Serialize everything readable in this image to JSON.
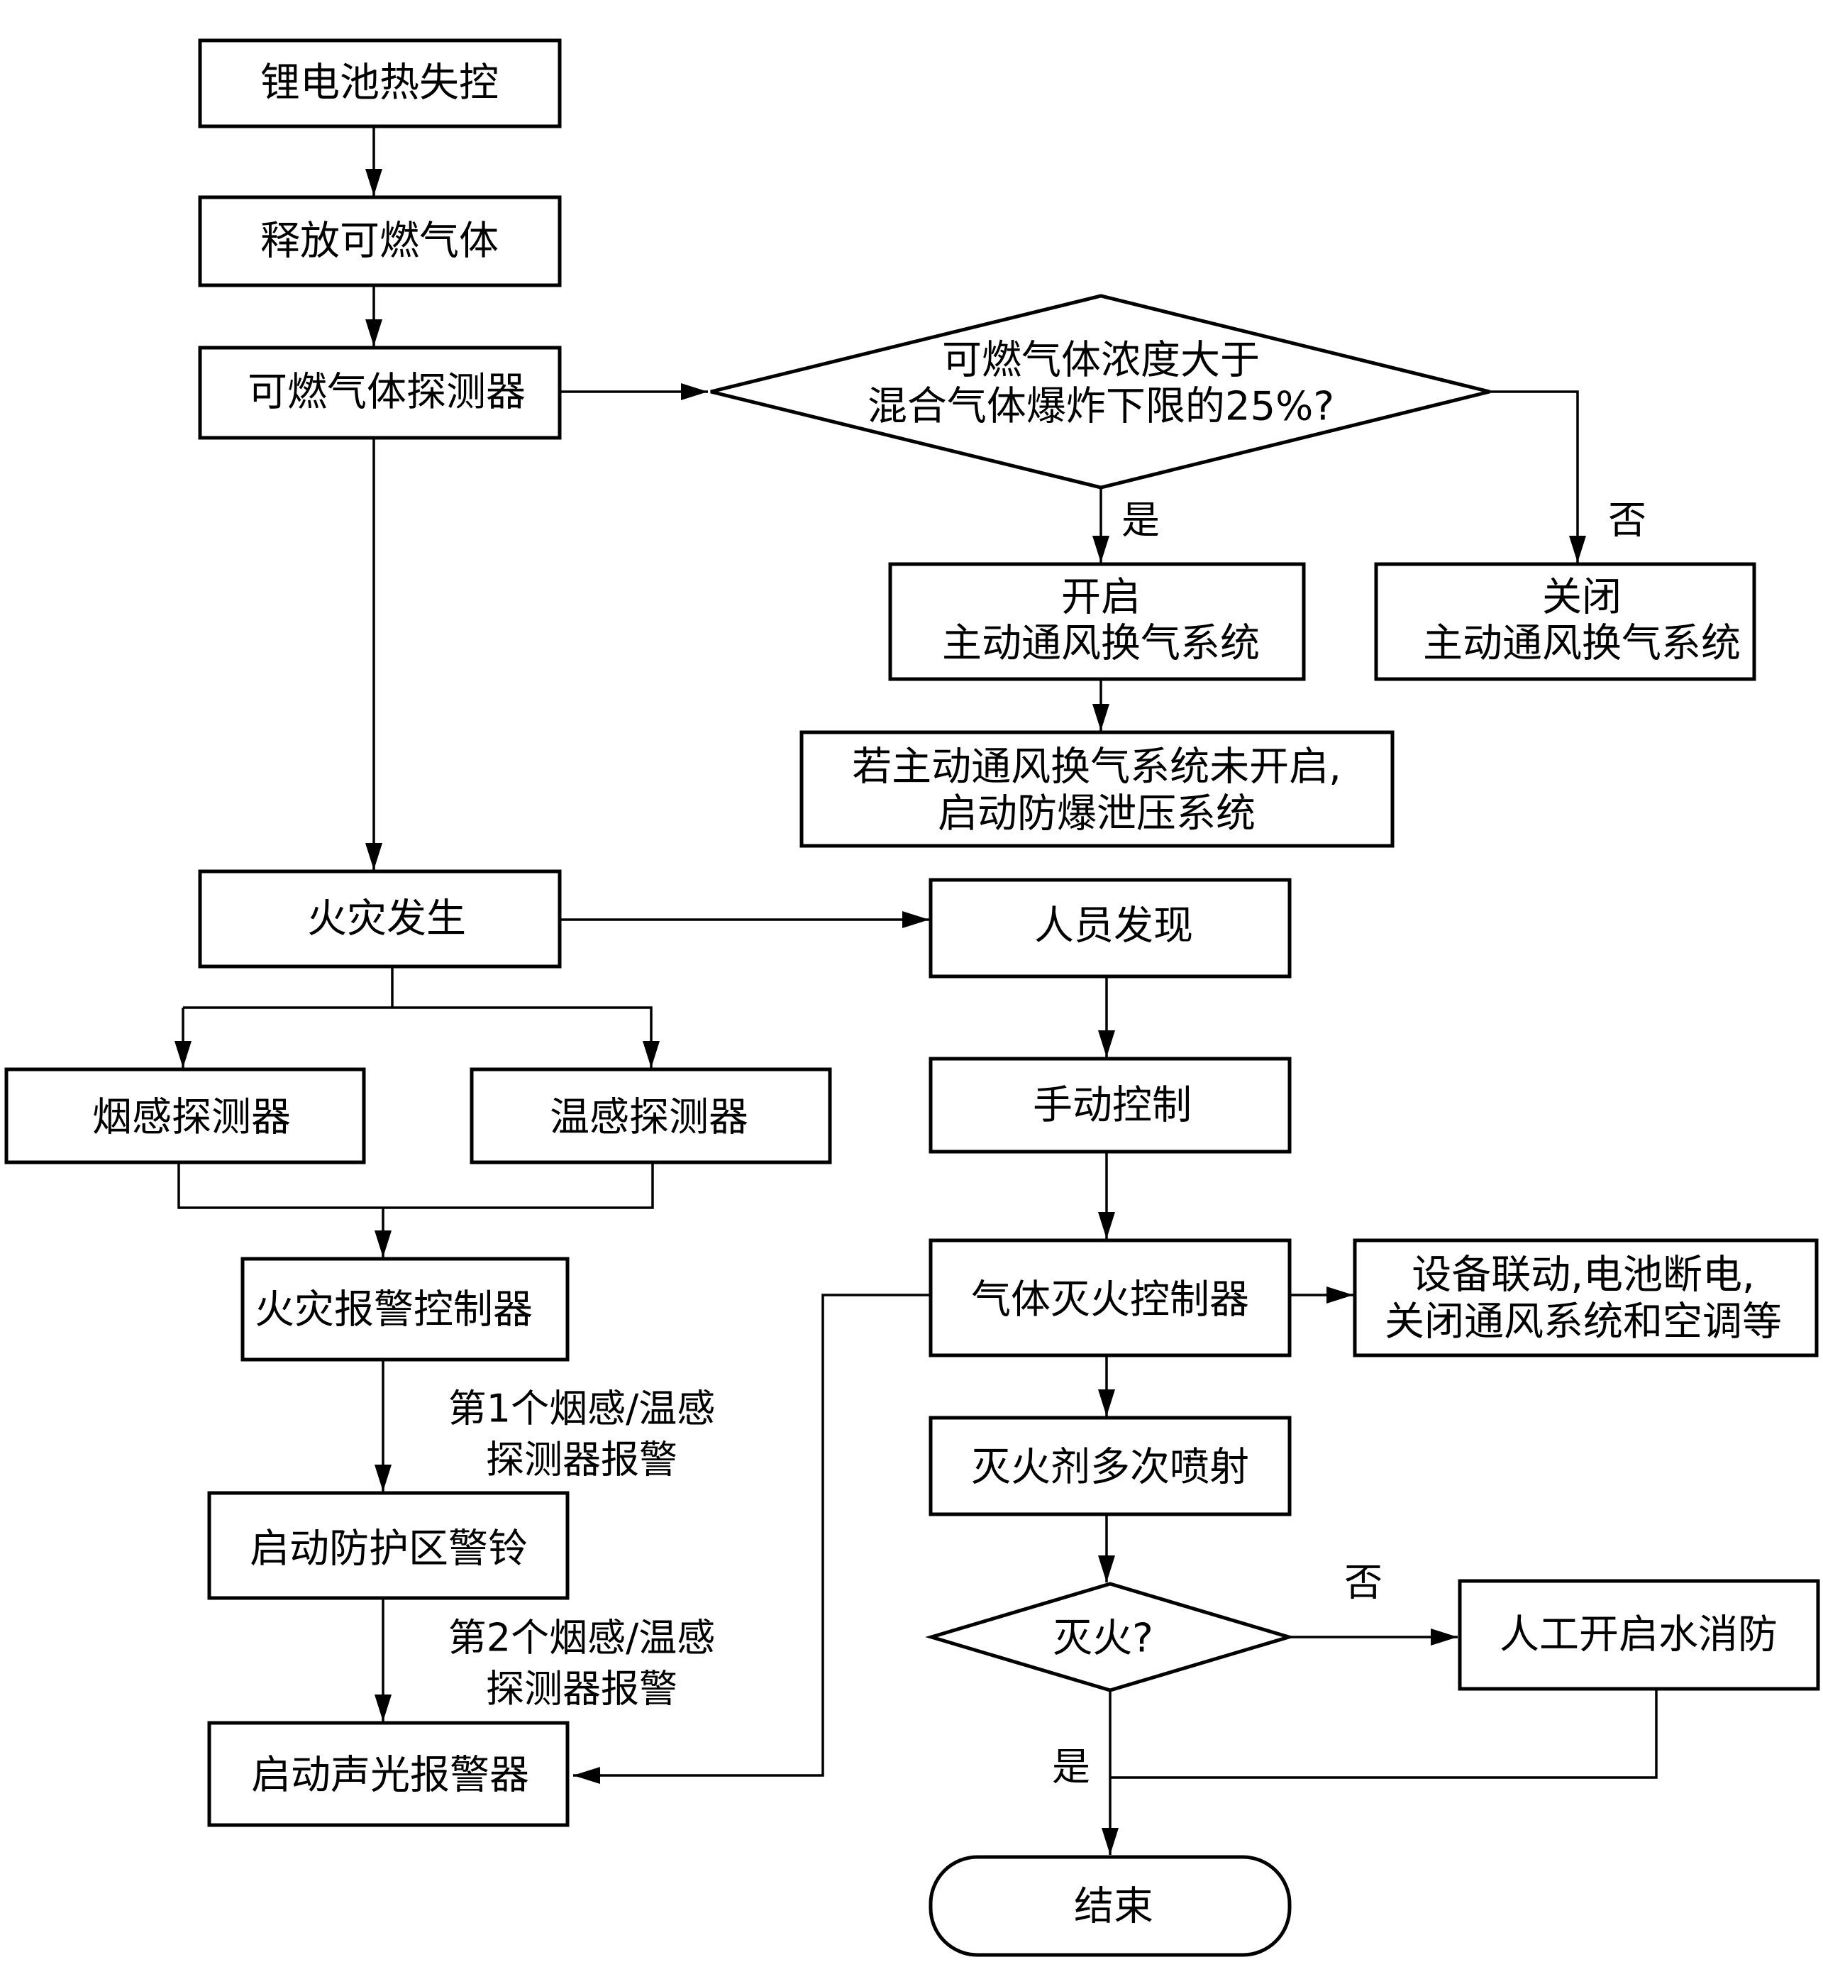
{
  "nodes": {
    "thermal_runaway": "锂电池热失控",
    "release_gas": "释放可燃气体",
    "gas_detector": "可燃气体探测器",
    "decision_gas": [
      "可燃气体浓度大于",
      "混合气体爆炸下限的25%?"
    ],
    "open_ventilation": [
      "开启",
      "主动通风换气系统"
    ],
    "close_ventilation": [
      "关闭",
      "主动通风换气系统"
    ],
    "explosion_relief": [
      "若主动通风换气系统未开启,",
      "启动防爆泄压系统"
    ],
    "fire_occurs": "火灾发生",
    "personnel_found": "人员发现",
    "smoke_detector": "烟感探测器",
    "heat_detector": "温感探测器",
    "manual_control": "手动控制",
    "fire_alarm_controller": "火灾报警控制器",
    "gas_extinguish_controller": "气体灭火控制器",
    "linkage": [
      "设备联动,电池断电,",
      "关闭通风系统和空调等"
    ],
    "zone_bell": "启动防护区警铃",
    "agent_spray": "灭火剂多次喷射",
    "decision_extinguished": "灭火?",
    "manual_water": "人工开启水消防",
    "sound_light_alarm": "启动声光报警器",
    "end": "结束"
  },
  "edge_labels": {
    "yes_gas": "是",
    "no_gas": "否",
    "first_alarm": [
      "第1个烟感/温感",
      "探测器报警"
    ],
    "second_alarm": [
      "第2个烟感/温感",
      "探测器报警"
    ],
    "no_extinguished": "否",
    "yes_extinguished": "是"
  }
}
